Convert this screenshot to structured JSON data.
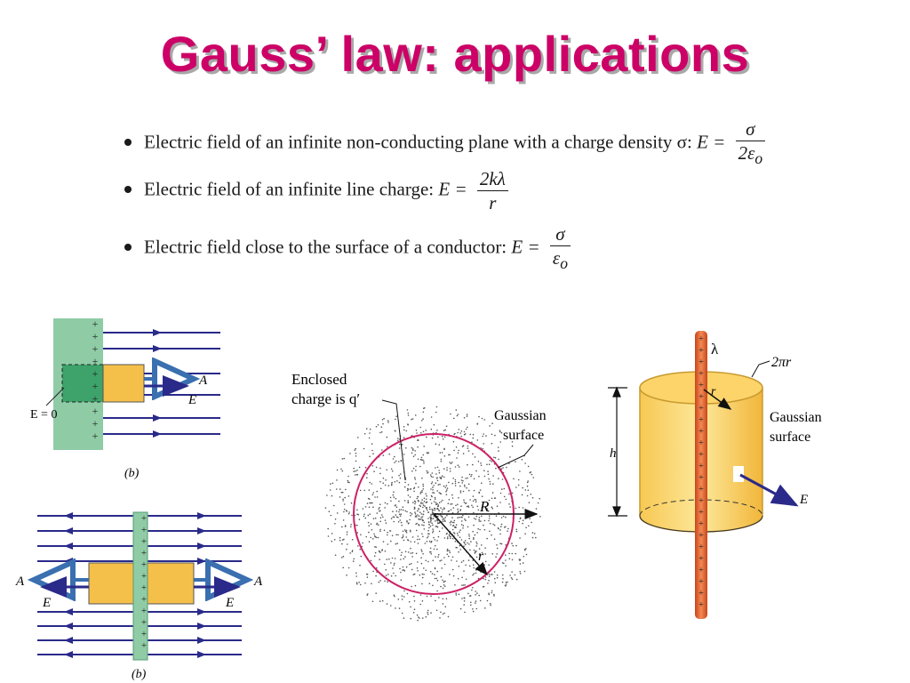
{
  "title": "Gauss’ law: applications",
  "bullets": [
    {
      "text": "Electric field of an infinite non-conducting plane with a charge density σ:",
      "eq_lhs": "E =",
      "num": "σ",
      "den": "2ε",
      "den_sub": "o"
    },
    {
      "text": "Electric field of an infinite line charge:",
      "eq_lhs": "E =",
      "num": "2kλ",
      "den": "r",
      "den_sub": ""
    },
    {
      "text": "Electric field close to the surface of a conductor:",
      "eq_lhs": "E =",
      "num": "σ",
      "den": "ε",
      "den_sub": "o"
    }
  ],
  "figures": {
    "conductor": {
      "e_zero": "E = 0",
      "A": "A",
      "E": "E",
      "caption": "(b)"
    },
    "plane": {
      "A_left": "A",
      "A_right": "A",
      "E_left": "E",
      "E_right": "E",
      "caption": "(b)"
    },
    "sphere": {
      "enclosed_1": "Enclosed",
      "enclosed_2": "charge is q′",
      "gauss_1": "Gaussian",
      "gauss_2": "surface",
      "R": "R",
      "r": "r"
    },
    "cylinder": {
      "lambda": "λ",
      "circ": "2πr",
      "r": "r",
      "h": "h",
      "gauss_1": "Gaussian",
      "gauss_2": "surface",
      "E": "E"
    }
  },
  "colors": {
    "title": "#cc0066",
    "field_lines": "#2a2a8a",
    "gauss_box": "#f5c04a",
    "conductor_green": "#7cc49a",
    "rod": "#e0622a",
    "sphere_outline": "#cc2266"
  }
}
